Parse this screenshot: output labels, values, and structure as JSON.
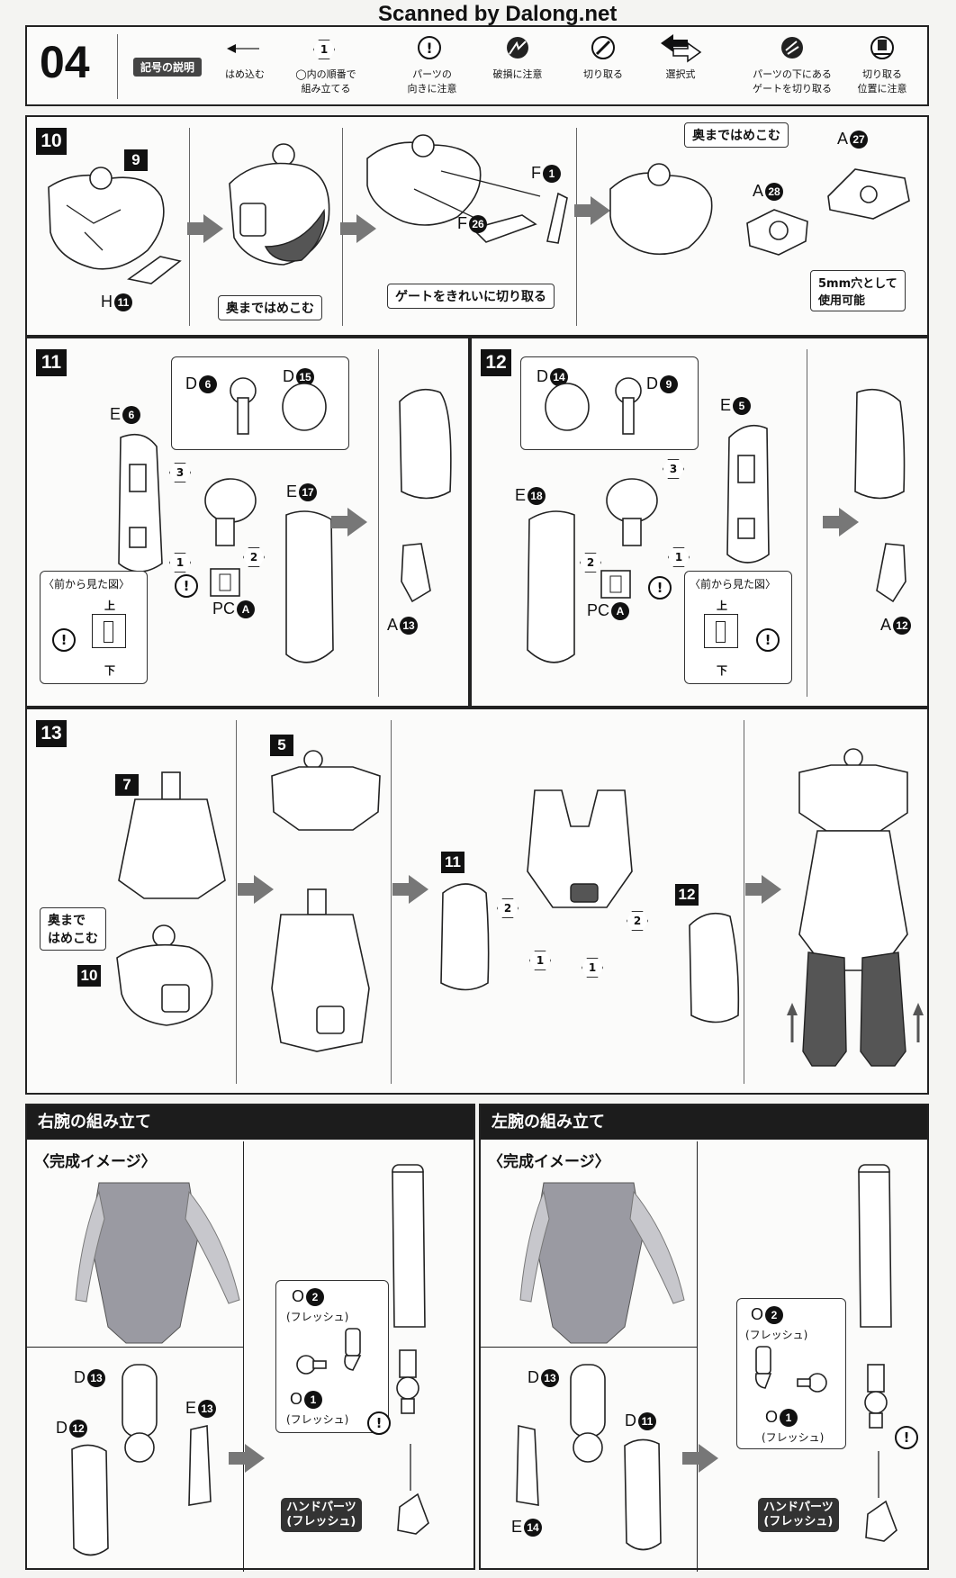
{
  "watermark": "Scanned by Dalong.net",
  "page_number": "04",
  "legend": {
    "title": "記号の説明",
    "items": [
      {
        "icon": "arrow-left-icon",
        "label": "はめ込む"
      },
      {
        "icon": "numbered-hex-icon",
        "symbol": "1",
        "label": "◯内の順番で\n組み立てる"
      },
      {
        "icon": "caution-icon",
        "label": "パーツの\n向きに注意"
      },
      {
        "icon": "break-caution-icon",
        "label": "破損に注意"
      },
      {
        "icon": "cut-icon",
        "label": "切り取る"
      },
      {
        "icon": "choice-arrows-icon",
        "label": "選択式"
      },
      {
        "icon": "gate-under-part-icon",
        "label": "パーツの下にある\nゲートを切り取る"
      },
      {
        "icon": "cut-position-icon",
        "label": "切り取る\n位置に注意"
      }
    ]
  },
  "step10": {
    "num": "10",
    "ref": "9",
    "part_h": "H",
    "part_h_num": "11",
    "callout_push": "奥まではめこむ",
    "part_f1": "F",
    "part_f1_num": "1",
    "part_f26": "F",
    "part_f26_num": "26",
    "callout_gate": "ゲートをきれいに切り取る",
    "callout_push2": "奥まではめこむ",
    "part_a27": "A",
    "part_a27_num": "27",
    "part_a28": "A",
    "part_a28_num": "28",
    "callout_hole": "5mm穴として\n使用可能"
  },
  "step11": {
    "num": "11",
    "d6": "D",
    "d6_num": "6",
    "d15": "D",
    "d15_num": "15",
    "e6": "E",
    "e6_num": "6",
    "e17": "E",
    "e17_num": "17",
    "pc": "PC",
    "pc_num": "A",
    "a13": "A",
    "a13_num": "13",
    "front_view": "〈前から見た図〉",
    "top": "上",
    "bottom": "下",
    "order": [
      "1",
      "2",
      "3"
    ]
  },
  "step12": {
    "num": "12",
    "d14": "D",
    "d14_num": "14",
    "d9": "D",
    "d9_num": "9",
    "e5": "E",
    "e5_num": "5",
    "e18": "E",
    "e18_num": "18",
    "pc": "PC",
    "pc_num": "A",
    "a12": "A",
    "a12_num": "12",
    "front_view": "〈前から見た図〉",
    "top": "上",
    "bottom": "下",
    "order": [
      "1",
      "2",
      "3"
    ]
  },
  "step13": {
    "num": "13",
    "ref7": "7",
    "ref10": "10",
    "ref5": "5",
    "ref11": "11",
    "ref12": "12",
    "callout_push": "奥まで\nはめこむ",
    "order": [
      "1",
      "2"
    ]
  },
  "right_arm": {
    "title": "右腕の組み立て",
    "image_label": "〈完成イメージ〉",
    "d13": "D",
    "d13_num": "13",
    "d12": "D",
    "d12_num": "12",
    "e13": "E",
    "e13_num": "13",
    "o2": "O",
    "o2_num": "2",
    "o1": "O",
    "o1_num": "1",
    "flesh": "(フレッシュ)",
    "hand_badge": "ハンドパーツ\n(フレッシュ)"
  },
  "left_arm": {
    "title": "左腕の組み立て",
    "image_label": "〈完成イメージ〉",
    "d13": "D",
    "d13_num": "13",
    "d11": "D",
    "d11_num": "11",
    "e14": "E",
    "e14_num": "14",
    "o2": "O",
    "o2_num": "2",
    "o1": "O",
    "o1_num": "1",
    "flesh": "(フレッシュ)",
    "hand_badge": "ハンドパーツ\n(フレッシュ)"
  }
}
